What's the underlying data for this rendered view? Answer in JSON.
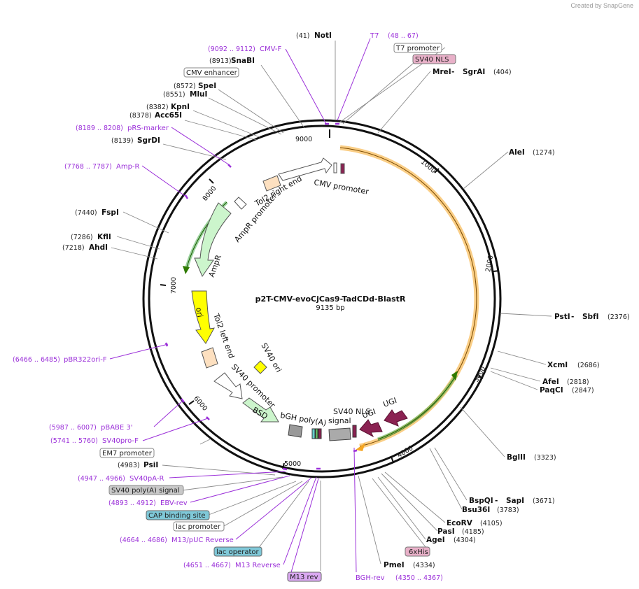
{
  "credit": "Created by SnapGene",
  "plasmid": {
    "name": "p2T-CMV-evoCjCas9-TadCDd-BlastR",
    "size": "9135 bp"
  },
  "ticks": [
    "1000",
    "2000",
    "3000",
    "4000",
    "5000",
    "6000",
    "7000",
    "8000",
    "9000"
  ],
  "enzymes": {
    "notI": {
      "name": "NotI",
      "pos": "(41)"
    },
    "snaBI": {
      "name": "SnaBI",
      "pos": "(8913)"
    },
    "speI": {
      "name": "SpeI",
      "pos": "(8572)"
    },
    "mluI": {
      "name": "MluI",
      "pos": "(8551)"
    },
    "kpnI": {
      "name": "KpnI",
      "pos": "(8382)"
    },
    "acc65I": {
      "name": "Acc65I",
      "pos": "(8378)"
    },
    "sgrDI": {
      "name": "SgrDI",
      "pos": "(8139)"
    },
    "fspI": {
      "name": "FspI",
      "pos": "(7440)"
    },
    "kflI": {
      "name": "KflI",
      "pos": "(7286)"
    },
    "ahdI": {
      "name": "AhdI",
      "pos": "(7218)"
    },
    "psiI": {
      "name": "PsiI",
      "pos": "(4983)"
    },
    "mreI": {
      "name": "MreI",
      "sep": " - ",
      "name2": "SgrAI",
      "pos": "(404)"
    },
    "aleI": {
      "name": "AleI",
      "pos": "(1274)"
    },
    "pstI": {
      "name": "PstI",
      "sep": " - ",
      "name2": "SbfI",
      "pos": "(2376)"
    },
    "xcmI": {
      "name": "XcmI",
      "pos": "(2686)"
    },
    "afeI": {
      "name": "AfeI",
      "pos": "(2818)"
    },
    "paqCI": {
      "name": "PaqCI",
      "pos": "(2847)"
    },
    "bglII": {
      "name": "BglII",
      "pos": "(3323)"
    },
    "bspQI": {
      "name": "BspQI",
      "sep": " - ",
      "name2": "SapI",
      "pos": "(3671)"
    },
    "bsu36I": {
      "name": "Bsu36I",
      "pos": "(3783)"
    },
    "ecoRV": {
      "name": "EcoRV",
      "pos": "(4105)"
    },
    "pasI": {
      "name": "PasI",
      "pos": "(4185)"
    },
    "ageI": {
      "name": "AgeI",
      "pos": "(4304)"
    },
    "pmeI": {
      "name": "PmeI",
      "pos": "(4334)"
    }
  },
  "primers": {
    "t7": {
      "name": "T7",
      "pos": "(48 .. 67)"
    },
    "cmvF": {
      "name": "CMV-F",
      "pos": "(9092 .. 9112)"
    },
    "prsMarker": {
      "name": "pRS-marker",
      "pos": "(8189 .. 8208)"
    },
    "ampR": {
      "name": "Amp-R",
      "pos": "(7768 .. 7787)"
    },
    "pbr322": {
      "name": "pBR322ori-F",
      "pos": "(6466 .. 6485)"
    },
    "pbabe": {
      "name": "pBABE 3'",
      "pos": "(5987 .. 6007)"
    },
    "sv40pro": {
      "name": "SV40pro-F",
      "pos": "(5741 .. 5760)"
    },
    "sv40pa": {
      "name": "SV40pA-R",
      "pos": "(4947 .. 4966)"
    },
    "ebv": {
      "name": "EBV-rev",
      "pos": "(4893 .. 4912)"
    },
    "m13puc": {
      "name": "M13/pUC Reverse",
      "pos": "(4664 .. 4686)"
    },
    "m13rev": {
      "name": "M13 Reverse",
      "pos": "(4651 .. 4667)"
    },
    "bgh": {
      "name": "BGH-rev",
      "pos": "(4350 .. 4367)"
    }
  },
  "boxes": {
    "t7promoter": "T7 promoter",
    "sv40nls": "SV40 NLS",
    "cmvEnhancer": "CMV enhancer",
    "em7": "EM7 promoter",
    "sv40polyA": "SV40 poly(A) signal",
    "cap": "CAP binding site",
    "lacPromoter": "lac promoter",
    "lacOperator": "lac operator",
    "m13revBox": "M13 rev",
    "sixHis": "6xHis"
  },
  "features": {
    "cmvPromoter": "CMV promoter",
    "tol2Right": "Tol2 right end",
    "ampRPromoter": "AmpR promoter",
    "ampR": "AmpR",
    "ori": "ori",
    "tol2Left": "Tol2 left end",
    "sv40ori": "SV40 ori",
    "sv40promoter": "SV40 promoter",
    "bsd": "BSD",
    "bghPolyA": "bGH poly(A)",
    "sv40nlsSignal1": "SV40 NLS",
    "sv40nlsSignal2": "signal",
    "ugi1": "UGI",
    "ugi2": "UGI"
  },
  "colors": {
    "primer": "#9b30d9",
    "ampR": "#ccf5cc",
    "ori": "#ffff00",
    "tol2": "#fde0c0",
    "cas9": "#f5a623",
    "ugi": "#8b2252",
    "sixHisBox": "#e8b0c8",
    "capBox": "#7fc8d8"
  }
}
